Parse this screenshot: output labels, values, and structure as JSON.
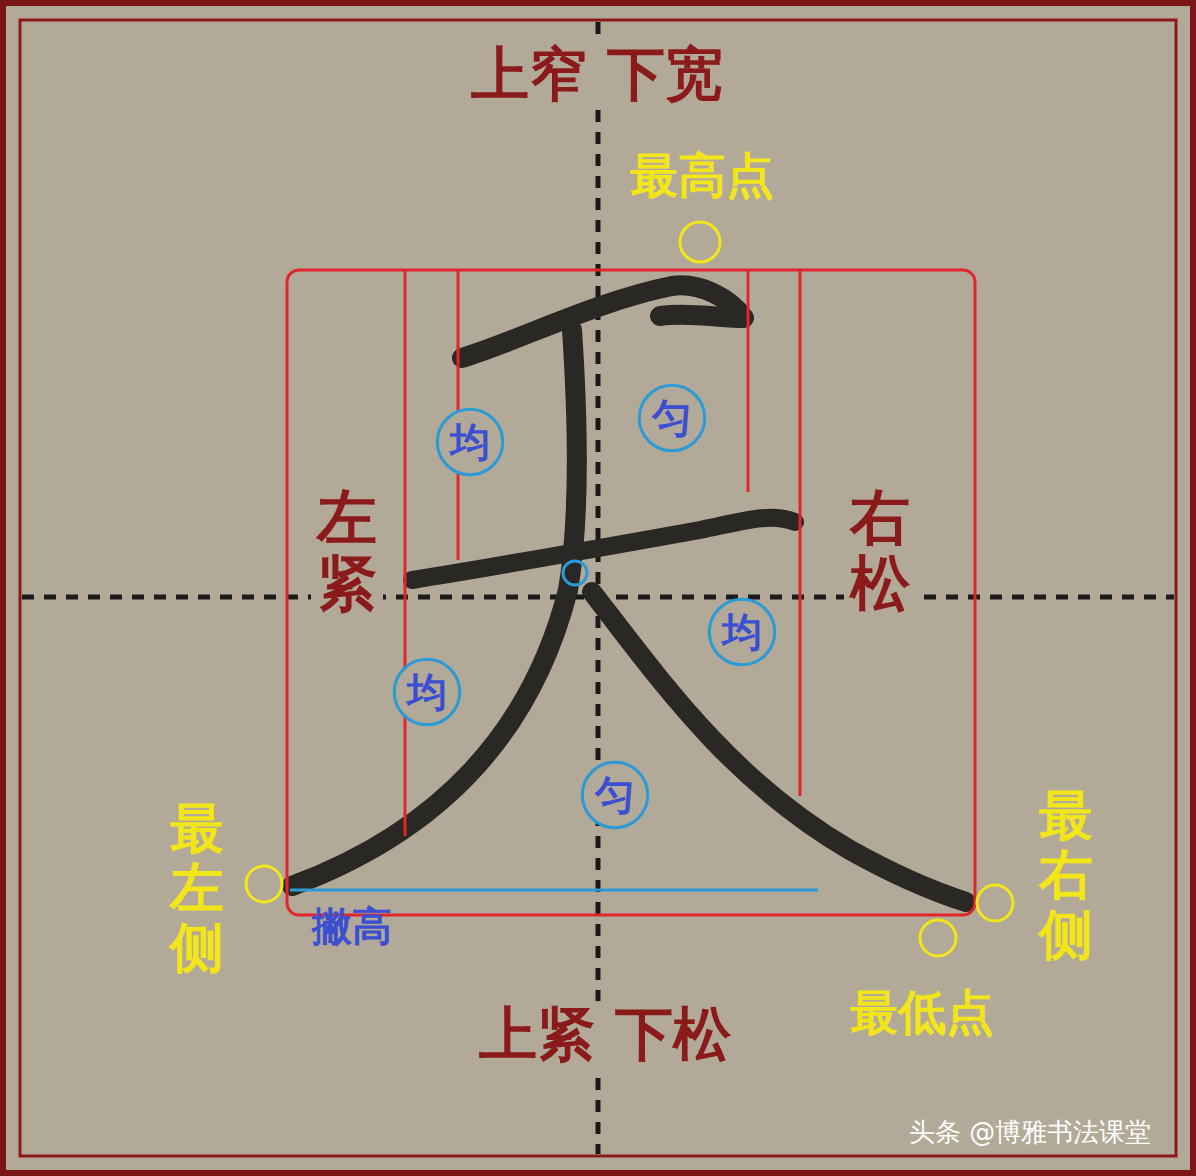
{
  "diagram": {
    "nodes": [
      {
        "text": [
          "均"
        ]
      },
      {
        "text": [
          "匀"
        ]
      },
      {
        "text": [
          "均"
        ]
      },
      {
        "text": [
          "均"
        ]
      },
      {
        "text": [
          "匀"
        ]
      }
    ],
    "labels": [
      "上窄 下宽",
      "最高点",
      "左紧",
      "右松",
      "最左侧",
      "撇高",
      "最右侧",
      "最低点",
      "上紧 下松",
      "头条 @博雅书法课堂"
    ]
  }
}
